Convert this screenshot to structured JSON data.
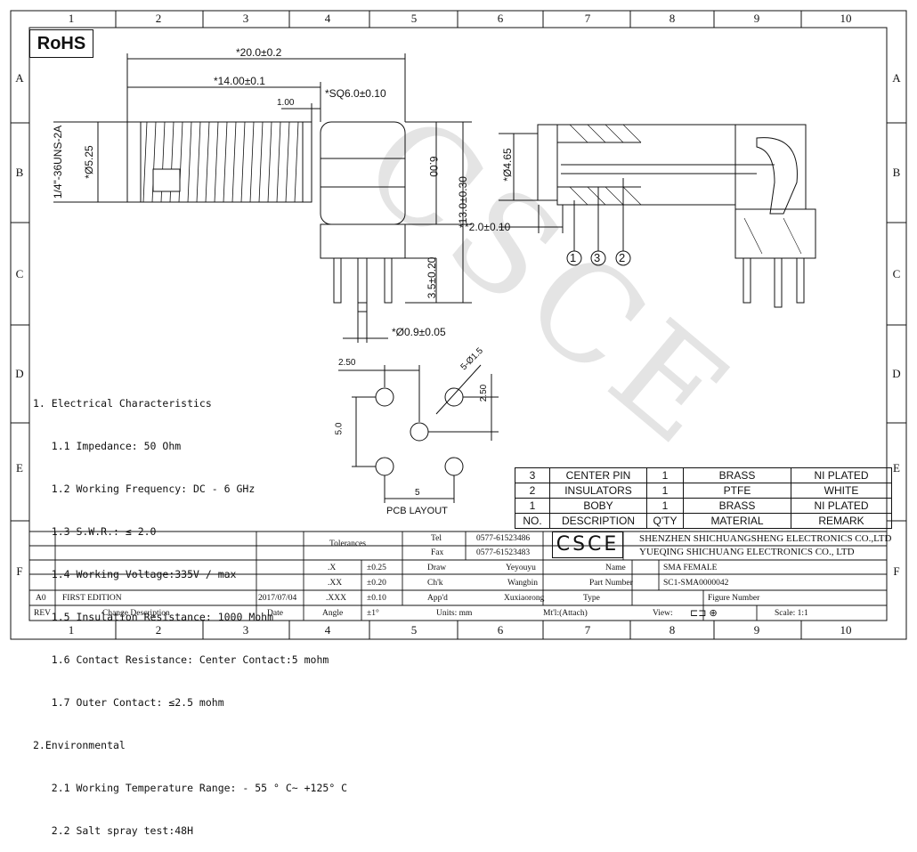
{
  "zones": {
    "cols": [
      "1",
      "2",
      "3",
      "4",
      "5",
      "6",
      "7",
      "8",
      "9",
      "10"
    ],
    "rows": [
      "A",
      "B",
      "C",
      "D",
      "E",
      "F"
    ]
  },
  "rohs": "RoHS",
  "dims": {
    "overall": "*20.0±0.2",
    "body": "*14.00±0.1",
    "sq": "*SQ6.0±0.10",
    "gap": "1.00",
    "thread": "1/4\"-36UNS-2A",
    "dia_outer": "*Ø5.25",
    "side_6": "6.00",
    "height": "*13.0±0.30",
    "pin_len": "3.5±0.20",
    "pin_dia": "*Ø0.9±0.05",
    "dia_inner": "*Ø4.65",
    "pin_offset": "*2.0±0.10",
    "pcb_left": "2.50",
    "pcb_holes": "5-Ø1.5",
    "pcb_right": "2.50",
    "pcb_height": "5.0",
    "pcb_width": "5",
    "pcb_title": "PCB LAYOUT",
    "callouts": [
      "1",
      "3",
      "2"
    ]
  },
  "notes": [
    "1. Electrical Characteristics",
    "   1.1 Impedance: 50 Ohm",
    "   1.2 Working Frequency: DC - 6 GHz",
    "   1.3 S.W.R.: ≤ 2.0",
    "   1.4 Working Voltage:335V / max",
    "   1.5 Insulation Resistance: 1000 Mohm",
    "   1.6 Contact Resistance: Center Contact:5 mohm",
    "   1.7 Outer Contact: ≤2.5 mohm",
    "2.Environmental",
    "   2.1 Working Temperature Range: - 55 ° C~ +125° C",
    "   2.2 Salt spray test:48H"
  ],
  "bom": [
    [
      "3",
      "CENTER PIN",
      "1",
      "BRASS",
      "NI PLATED"
    ],
    [
      "2",
      "INSULATORS",
      "1",
      "PTFE",
      "WHITE"
    ],
    [
      "1",
      "BOBY",
      "1",
      "BRASS",
      "NI PLATED"
    ],
    [
      "NO.",
      "DESCRIPTION",
      "Q'TY",
      "MATERIAL",
      "REMARK"
    ]
  ],
  "title": {
    "tolerances": "Tolerances",
    "tol_rows": [
      [
        ".X",
        "±0.25"
      ],
      [
        ".XX",
        "±0.20"
      ],
      [
        ".XXX",
        "±0.10"
      ],
      [
        "Angle",
        "±1°"
      ]
    ],
    "tel_label": "Tel",
    "tel": "0577-61523486",
    "fax_label": "Fax",
    "fax": "0577-61523483",
    "logo": "CSCE",
    "company1": "SHENZHEN SHICHUANGSHENG ELECTRONICS CO.,LTD",
    "company2": "YUEQING SHICHUANG ELECTRONICS CO., LTD",
    "draw": "Draw",
    "draw_by": "Yeyouyu",
    "chk": "Ch'k",
    "chk_by": "Wangbin",
    "appd": "App'd",
    "appd_by": "Xuxiaorong",
    "name_label": "Name",
    "name": "SMA FEMALE",
    "pn_label": "Part Number",
    "pn": "SC1-SMA0000042",
    "type_label": "Type",
    "figure_label": "Figure Number",
    "units": "Units: mm",
    "material": "Mt'l:(Attach)",
    "view": "View:",
    "scale": "Scale: 1:1",
    "rev_label": "REV",
    "rev": "A0",
    "edition": "FIRST EDITION",
    "edition_date": "2017/07/04",
    "change_desc": "Change Description",
    "date_label": "Date"
  },
  "watermark": "CSCE"
}
